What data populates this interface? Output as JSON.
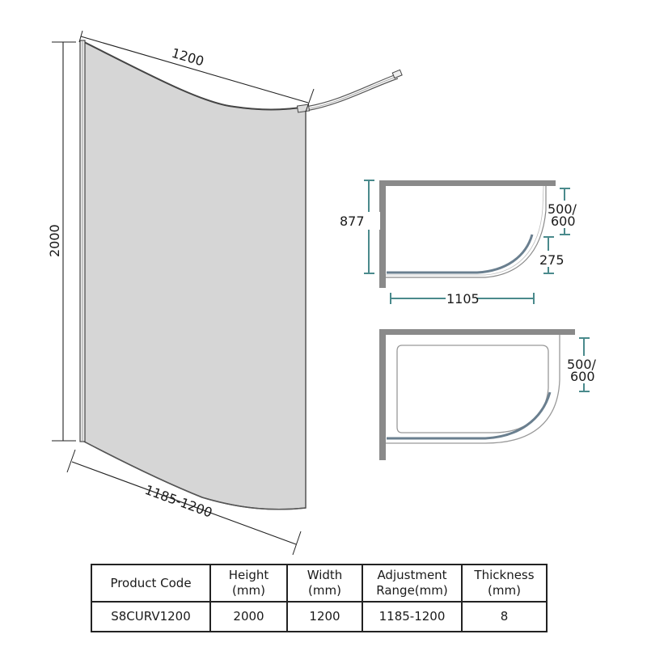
{
  "colors": {
    "glass_fill": "#d6d6d6",
    "outline": "#555555",
    "wall": "#8a8a8a",
    "dimension_teal": "#4a8a8c",
    "panel_blue": "#6a7f8f",
    "text": "#1a1a1a"
  },
  "perspective_view": {
    "dim_width": "1200",
    "dim_height": "2000",
    "dim_bottom": "1185-1200"
  },
  "plan_view_top": {
    "dim_depth": "877",
    "dim_return_line1": "500/",
    "dim_return_line2": "600",
    "dim_curve": "275",
    "dim_length": "1105"
  },
  "plan_view_bottom": {
    "dim_return_line1": "500/",
    "dim_return_line2": "600"
  },
  "spec_table": {
    "headers": [
      {
        "line1": "Product Code",
        "line2": ""
      },
      {
        "line1": "Height",
        "line2": "(mm)"
      },
      {
        "line1": "Width",
        "line2": "(mm)"
      },
      {
        "line1": "Adjustment",
        "line2": "Range(mm)"
      },
      {
        "line1": "Thickness",
        "line2": "(mm)"
      }
    ],
    "rows": [
      [
        "S8CURV1200",
        "2000",
        "1200",
        "1185-1200",
        "8"
      ]
    ]
  }
}
